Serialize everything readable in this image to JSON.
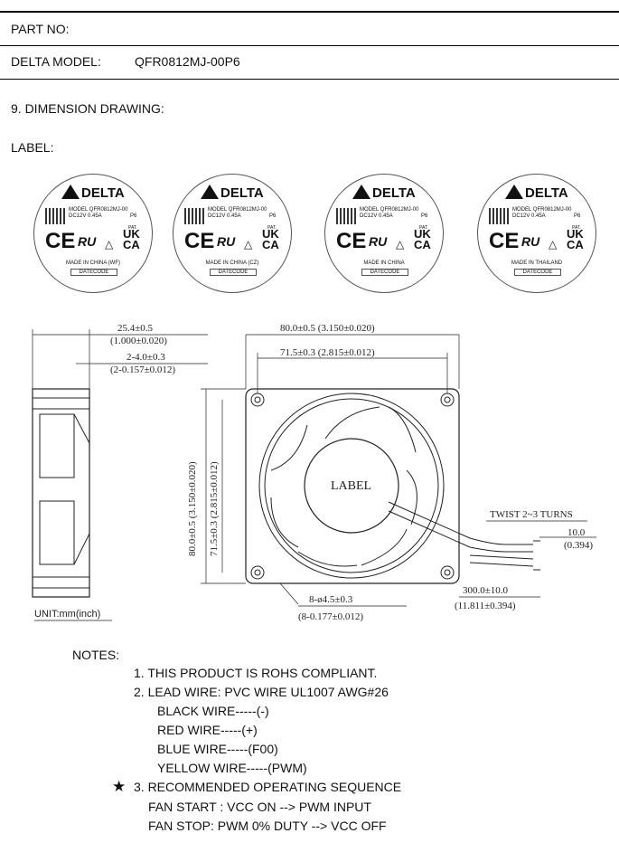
{
  "header": {
    "part_no": "PART NO:",
    "model_label": "DELTA MODEL:",
    "model_value": "QFR0812MJ-00P6"
  },
  "section_title": "9. DIMENSION DRAWING:",
  "label_title": "LABEL:",
  "labels": [
    {
      "made": "MADE IN CHINA (WF)"
    },
    {
      "made": "MADE IN CHINA (CZ)"
    },
    {
      "made": "MADE IN CHINA"
    },
    {
      "made": "MADE IN THAILAND"
    }
  ],
  "label_common": {
    "brand": "DELTA",
    "model_line1": "MODEL  QFR0812MJ-00",
    "model_line2": "DC12V  0.45A",
    "p6": "P6",
    "pat": "PAT.",
    "ce": "CE",
    "ru": "RU",
    "uk": "UK",
    "ca": "CA",
    "datecode": "DATECODE"
  },
  "drawing": {
    "dim_25": "25.4±0.5",
    "dim_25_in": "(1.000±0.020)",
    "dim_2": "2-4.0±0.3",
    "dim_2_in": "(2-0.157±0.012)",
    "dim_80_top": "80.0±0.5  (3.150±0.020)",
    "dim_71_top": "71.5±0.3  (2.815±0.012)",
    "dim_80_side": "80.0±0.5  (3.150±0.020)",
    "dim_71_side": "71.5±0.3  (2.815±0.012)",
    "label_center": "LABEL",
    "twist": "TWIST  2~3  TURNS",
    "dim_10": "10.0",
    "dim_10_in": "(0.394)",
    "dim_300": "300.0±10.0",
    "dim_300_in": "(11.811±0.394)",
    "dim_hole": "8-ø4.5±0.3",
    "dim_hole_in": "(8-0.177±0.012)",
    "unit": "UNIT:mm(inch)"
  },
  "notes": {
    "title": "NOTES:",
    "n1": "1. THIS PRODUCT IS ROHS COMPLIANT.",
    "n2": "2. LEAD WIRE: PVC WIRE UL1007 AWG#26",
    "w1": "BLACK WIRE-----(-)",
    "w2": "RED WIRE-----(+)",
    "w3": "BLUE WIRE-----(F00)",
    "w4": "YELLOW WIRE-----(PWM)",
    "star": "★",
    "n3": "3. RECOMMENDED OPERATING SEQUENCE",
    "s1": "FAN START : VCC ON  --> PWM INPUT",
    "s2": "FAN STOP: PWM 0% DUTY --> VCC OFF"
  }
}
